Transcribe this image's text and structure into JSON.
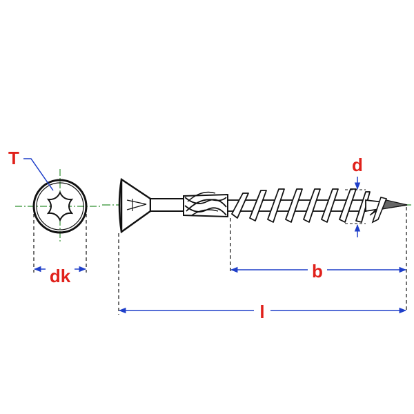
{
  "labels": {
    "drive": "T",
    "head_diameter": "dk",
    "thread_diameter": "d",
    "thread_length": "b",
    "total_length": "l"
  },
  "colors": {
    "label": "#e0211b",
    "dimension": "#1f3fc9",
    "centerline": "#2f8f2f",
    "outline": "#111111",
    "fill": "#ffffff"
  }
}
